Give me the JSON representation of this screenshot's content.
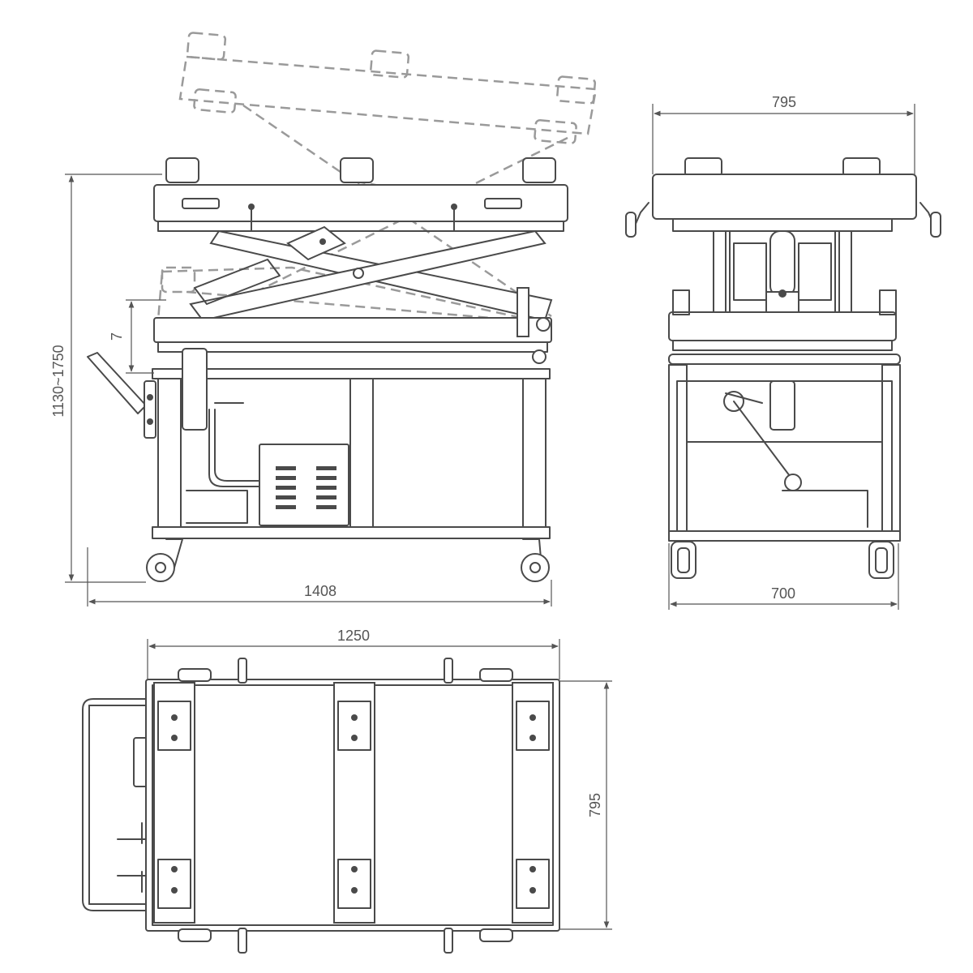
{
  "drawing": {
    "dimensions": {
      "front_width": "1408",
      "front_height": "1130~1750",
      "lift_small": "7",
      "side_top_width": "795",
      "side_bottom_width": "700",
      "top_width": "1250",
      "top_depth": "795"
    }
  }
}
